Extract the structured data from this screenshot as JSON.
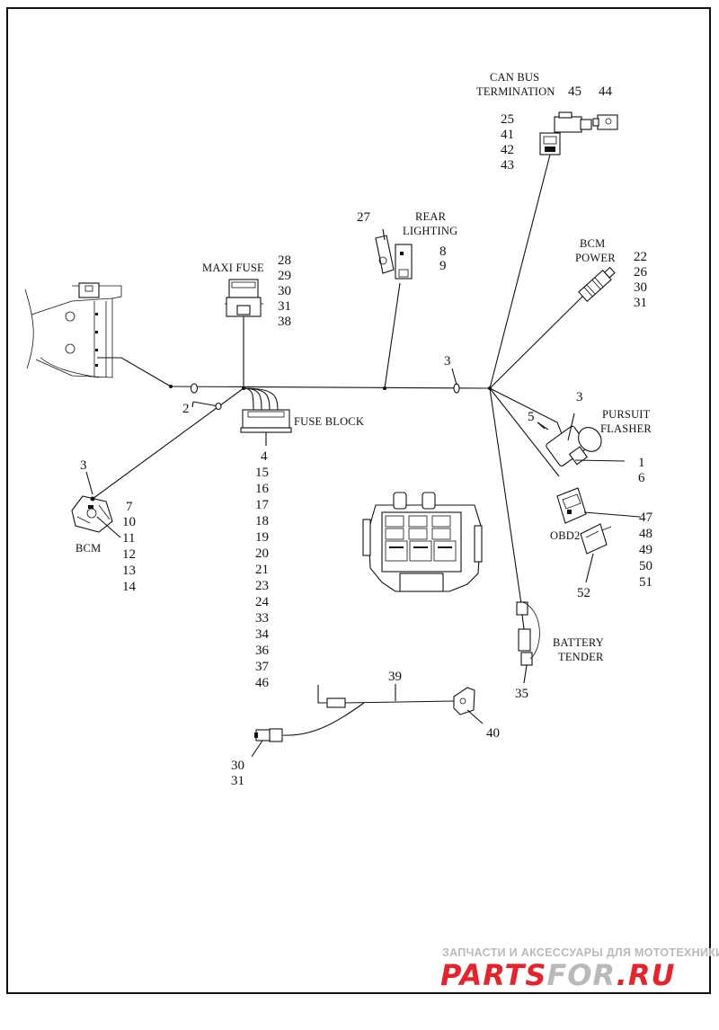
{
  "labels": {
    "can_bus_termination": [
      "CAN BUS",
      "TERMINATION"
    ],
    "rear_lighting": [
      "REAR",
      "LIGHTING"
    ],
    "maxi_fuse": "MAXI FUSE",
    "bcm_power": [
      "BCM",
      "POWER"
    ],
    "pursuit_flasher": [
      "PURSUIT",
      "FLASHER"
    ],
    "fuse_block": "FUSE BLOCK",
    "bcm": "BCM",
    "obd2": "OBD2",
    "battery_tender": [
      "BATTERY",
      "TENDER"
    ]
  },
  "callouts": {
    "c45": "45",
    "c44": "44",
    "can_stack": [
      "25",
      "41",
      "42",
      "43"
    ],
    "c27": "27",
    "rear_stack": [
      "8",
      "9"
    ],
    "maxi_stack": [
      "28",
      "29",
      "30",
      "31",
      "38"
    ],
    "bcm_power_stack": [
      "22",
      "26",
      "30",
      "31"
    ],
    "c3_main": "3",
    "c3_flasher": "3",
    "c5": "5",
    "flasher_stack": [
      "1",
      "6"
    ],
    "c2": "2",
    "c3_bcm": "3",
    "bcm_stack": [
      "7",
      "10",
      "11",
      "12",
      "13",
      "14"
    ],
    "fuse_stack": [
      "4",
      "15",
      "16",
      "17",
      "18",
      "19",
      "20",
      "21",
      "23",
      "24",
      "33",
      "34",
      "36",
      "37",
      "46"
    ],
    "obd_stack": [
      "47",
      "48",
      "49",
      "50",
      "51"
    ],
    "c52": "52",
    "c35": "35",
    "c39": "39",
    "c40": "40",
    "jumper_stack": [
      "30",
      "31"
    ]
  },
  "watermark": {
    "tagline": "ЗАПЧАСТИ И АКСЕССУАРЫ ДЛЯ МОТОТЕХНИКИ",
    "brand_parts": "PARTS",
    "brand_for": "FOR",
    "brand_ru": ".RU",
    "color_red": "#e8212b",
    "color_grey": "#b9b9b9"
  }
}
